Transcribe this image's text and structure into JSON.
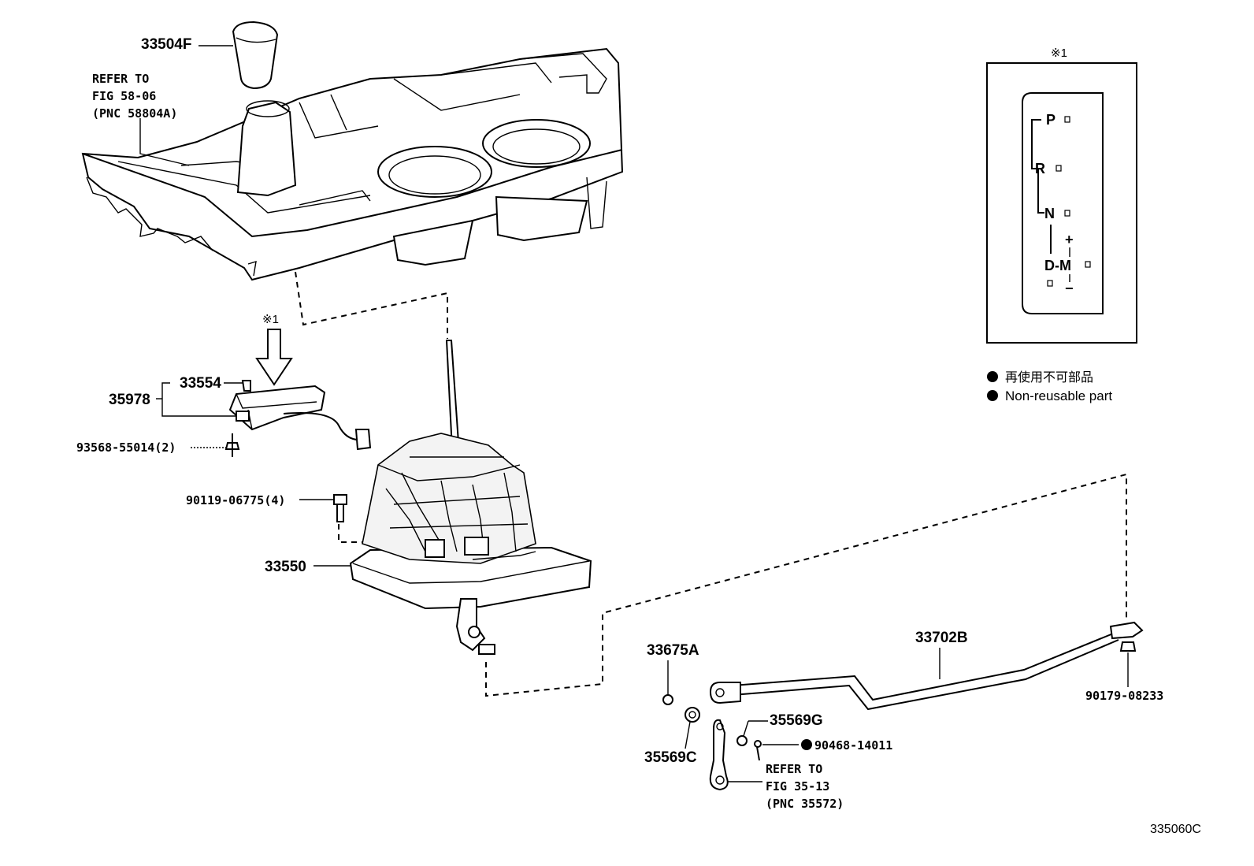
{
  "parts": {
    "knob": "33504F",
    "cover_ref": [
      "REFER TO",
      "FIG 58-06",
      "(PNC 58804A)"
    ],
    "note_mark": "※1",
    "indicator_housing": "33554",
    "indicator_assy": "35978",
    "screw": "93568-55014(2)",
    "bolt": "90119-06775(4)",
    "shift_lever_assy": "33550",
    "bushing_a": "33675A",
    "rod": "33702B",
    "nut": "90179-08233",
    "washer_g": "35569G",
    "clip": "90468-14011",
    "washer_c": "35569C",
    "lever_ref": [
      "REFER TO",
      "FIG 35-13",
      "(PNC 35572)"
    ]
  },
  "inset": {
    "title": "※1",
    "positions": [
      "P",
      "R",
      "N",
      "D-M"
    ],
    "plus": "+",
    "minus": "−"
  },
  "legend": {
    "items": [
      "再使用不可部品",
      "Non-reusable part"
    ]
  },
  "figure_id": "335060C"
}
